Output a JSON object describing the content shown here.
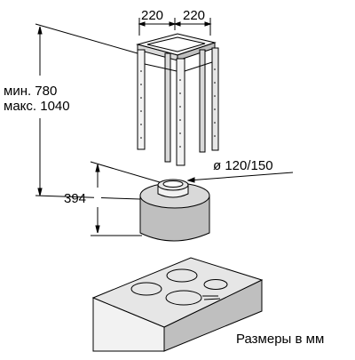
{
  "dimensions": {
    "frame_width_left": "220",
    "frame_width_right": "220",
    "height_min": "мин. 780",
    "height_max": "макс. 1040",
    "canopy_height": "394",
    "duct_diameter": "ø 120/150"
  },
  "footer": {
    "units_note": "Размеры в мм"
  },
  "colors": {
    "line": "#000000",
    "fill_light": "#f2f2f2",
    "fill_mid": "#d9d9d9",
    "fill_dark": "#bfbfbf"
  }
}
